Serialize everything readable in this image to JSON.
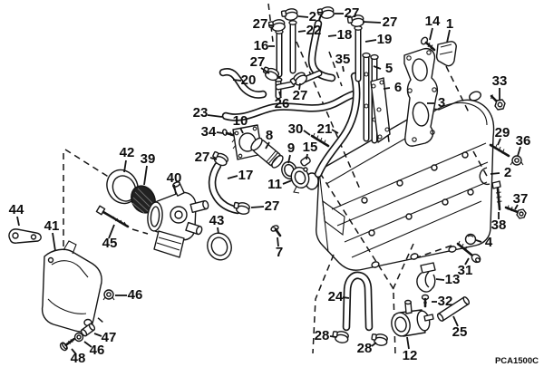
{
  "diagram": {
    "drawing_code": "PCA1500C",
    "ink_color": "#141414",
    "background_color": "#ffffff",
    "screen_part_fill": "#222222",
    "callouts": [
      {
        "text": "1"
      },
      {
        "text": "2"
      },
      {
        "text": "3"
      },
      {
        "text": "4"
      },
      {
        "text": "5"
      },
      {
        "text": "6"
      },
      {
        "text": "7"
      },
      {
        "text": "8"
      },
      {
        "text": "9"
      },
      {
        "text": "10"
      },
      {
        "text": "11"
      },
      {
        "text": "12"
      },
      {
        "text": "13"
      },
      {
        "text": "14"
      },
      {
        "text": "15"
      },
      {
        "text": "16"
      },
      {
        "text": "17"
      },
      {
        "text": "18"
      },
      {
        "text": "19"
      },
      {
        "text": "20"
      },
      {
        "text": "21"
      },
      {
        "text": "22"
      },
      {
        "text": "23"
      },
      {
        "text": "24"
      },
      {
        "text": "25"
      },
      {
        "text": "26"
      },
      {
        "text": "27"
      },
      {
        "text": "27"
      },
      {
        "text": "27"
      },
      {
        "text": "27"
      },
      {
        "text": "27"
      },
      {
        "text": "27"
      },
      {
        "text": "27"
      },
      {
        "text": "27"
      },
      {
        "text": "28"
      },
      {
        "text": "28"
      },
      {
        "text": "29"
      },
      {
        "text": "30"
      },
      {
        "text": "31"
      },
      {
        "text": "32"
      },
      {
        "text": "33"
      },
      {
        "text": "34"
      },
      {
        "text": "35"
      },
      {
        "text": "36"
      },
      {
        "text": "37"
      },
      {
        "text": "38"
      },
      {
        "text": "39"
      },
      {
        "text": "40"
      },
      {
        "text": "41"
      },
      {
        "text": "42"
      },
      {
        "text": "43"
      },
      {
        "text": "44"
      },
      {
        "text": "45"
      },
      {
        "text": "46"
      },
      {
        "text": "46"
      },
      {
        "text": "47"
      },
      {
        "text": "48"
      }
    ]
  }
}
